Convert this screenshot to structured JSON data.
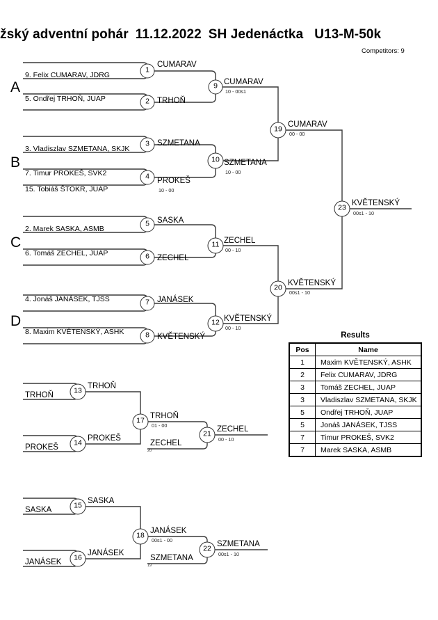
{
  "header": {
    "event": "ražský adventní pohár",
    "date": "11.12.2022",
    "venue": "SH Jedenáctka",
    "category": "U13-M-50k",
    "competitors": "Competitors: 9"
  },
  "groups": [
    {
      "label": "A"
    },
    {
      "label": "B"
    },
    {
      "label": "C"
    },
    {
      "label": "D"
    }
  ],
  "seeds": [
    {
      "text": "9. Felix CUMARAV, JDRG"
    },
    {
      "text": "5. Ondřej TRHOŇ, JUAP"
    },
    {
      "text": "3. Vladiszlav SZMETANA, SKJK"
    },
    {
      "text": "7. Timur PROKEŠ, SVK2"
    },
    {
      "text": "15. Tobiáš ŠTOKR, JUAP"
    },
    {
      "text": "2. Marek SASKA, ASMB"
    },
    {
      "text": "6. Tomáš ZECHEL, JUAP"
    },
    {
      "text": "4. Jonáš JANÁSEK, TJSS"
    },
    {
      "text": "8. Maxim KVĚTENSKÝ, ASHK"
    }
  ],
  "matches": {
    "m1": {
      "num": "1",
      "winner": "CUMARAV",
      "score": ""
    },
    "m2": {
      "num": "2",
      "winner": "TRHOŇ",
      "score": ""
    },
    "m3": {
      "num": "3",
      "winner": "SZMETANA",
      "score": ""
    },
    "m4": {
      "num": "4",
      "winner": "PROKEŠ",
      "score": "10 - 00"
    },
    "m5": {
      "num": "5",
      "winner": "SASKA",
      "score": ""
    },
    "m6": {
      "num": "6",
      "winner": "ZECHEL",
      "score": ""
    },
    "m7": {
      "num": "7",
      "winner": "JANÁSEK",
      "score": ""
    },
    "m8": {
      "num": "8",
      "winner": "KVĚTENSKÝ",
      "score": ""
    },
    "m9": {
      "num": "9",
      "winner": "CUMARAV",
      "score": "10 - 00s1"
    },
    "m10": {
      "num": "10",
      "winner": "SZMETANA",
      "score": "10 - 00"
    },
    "m11": {
      "num": "11",
      "winner": "ZECHEL",
      "score": "00 - 10"
    },
    "m12": {
      "num": "12",
      "winner": "KVĚTENSKÝ",
      "score": "00 - 10"
    },
    "m13": {
      "num": "13",
      "winner": "TRHOŇ",
      "score": ""
    },
    "m14": {
      "num": "14",
      "winner": "PROKEŠ",
      "score": ""
    },
    "m15": {
      "num": "15",
      "winner": "SASKA",
      "score": ""
    },
    "m16": {
      "num": "16",
      "winner": "JANÁSEK",
      "score": ""
    },
    "m17": {
      "num": "17",
      "winner": "TRHOŇ",
      "score": "01 - 00"
    },
    "m18": {
      "num": "18",
      "winner": "JANÁSEK",
      "score": "00s1 - 00"
    },
    "m19": {
      "num": "19",
      "winner": "CUMARAV",
      "score": "00 - 00"
    },
    "m20": {
      "num": "20",
      "winner": "KVĚTENSKÝ",
      "score": "00s1 - 10"
    },
    "m21": {
      "num": "21",
      "winner": "ZECHEL",
      "score": "00 - 10"
    },
    "m22": {
      "num": "22",
      "winner": "SZMETANA",
      "score": "00s1 - 10"
    },
    "m23": {
      "num": "23",
      "winner": "KVĚTENSKÝ",
      "score": "00s1 - 10"
    }
  },
  "repechage": {
    "entries": [
      {
        "name": "TRHOŇ"
      },
      {
        "name": "PROKEŠ"
      },
      {
        "name": "SASKA"
      },
      {
        "name": "JANÁSEK"
      }
    ],
    "slots": [
      {
        "name": "ZECHEL",
        "feed": "20"
      },
      {
        "name": "SZMETANA",
        "feed": "19"
      }
    ]
  },
  "results": {
    "title": "Results",
    "columns": [
      "Pos",
      "Name"
    ],
    "rows": [
      {
        "pos": "1",
        "name": "Maxim KVĚTENSKÝ, ASHK"
      },
      {
        "pos": "2",
        "name": "Felix CUMARAV, JDRG"
      },
      {
        "pos": "3",
        "name": "Tomáš ZECHEL, JUAP"
      },
      {
        "pos": "3",
        "name": "Vladiszlav SZMETANA, SKJK"
      },
      {
        "pos": "5",
        "name": "Ondřej TRHOŇ, JUAP"
      },
      {
        "pos": "5",
        "name": "Jonáš JANÁSEK, TJSS"
      },
      {
        "pos": "7",
        "name": "Timur PROKEŠ, SVK2"
      },
      {
        "pos": "7",
        "name": "Marek SASKA, ASMB"
      }
    ]
  }
}
